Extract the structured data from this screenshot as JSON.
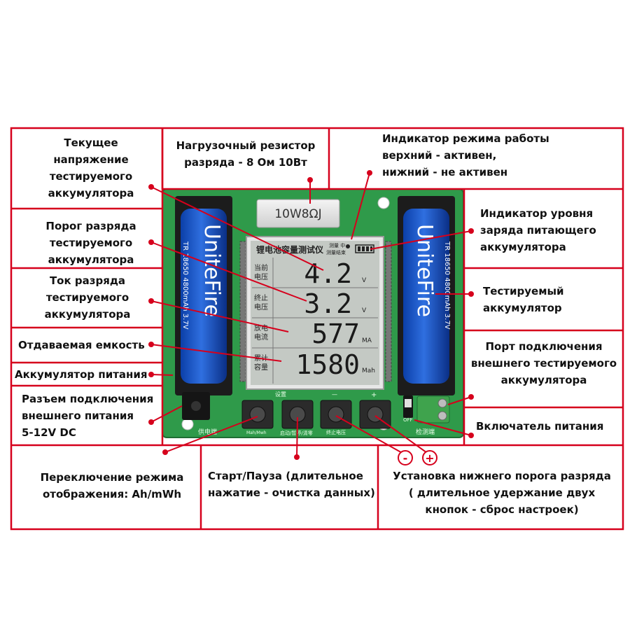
{
  "labels": {
    "current_voltage": "Текущее\nнапряжение\nтестируемого\nаккумулятора",
    "load_resistor": "Нагрузочный резистор\nразряда - 8 Ом 10Вт",
    "mode_indicator": "Индикатор режима работы\nверхний - активен,\nнижний - не активен",
    "discharge_threshold": "Порог разряда\nтестируемого\nаккумулятора",
    "supply_level": "Индикатор уровня\nзаряда питающего\nаккумулятора",
    "discharge_current": "Ток разряда\nтестируемого\nаккумулятора",
    "tested_battery": "Тестируемый\nаккумулятор",
    "capacity": "Отдаваемая емкость",
    "supply_battery": "Аккумулятор питания",
    "external_port": "Порт подключения\nвнешнего тестируемого\nаккумулятора",
    "dc_jack": "Разъем подключения\nвнешнего питания\n5-12V DC",
    "power_switch": "Включатель питания",
    "display_mode": "Переключение режима\nотображения: Ah/mWh",
    "start_pause": "Старт/Пауза (длительное\nнажатие - очистка данных)",
    "threshold_setup": "Установка нижнего порога  разряда\n( длительное  удержание  двух\nкнопок - сброс настроек)",
    "minus": "-",
    "plus": "+"
  },
  "device": {
    "resistor_marking": "10W8ΩJ",
    "lcd_title": "锂电池容量测试仪",
    "status_top": "测量 中",
    "status_bottom": "测量结束",
    "rows": [
      {
        "cn1": "当前",
        "cn2": "电压",
        "value": "4.2",
        "unit": "V"
      },
      {
        "cn1": "终止",
        "cn2": "电压",
        "value": "3.2",
        "unit": "V"
      },
      {
        "cn1": "放电",
        "cn2": "电流",
        "value": "577",
        "unit": "MA"
      },
      {
        "cn1": "累计",
        "cn2": "容量",
        "value": "1580",
        "unit": "Mah"
      }
    ],
    "battery_brand": "UniteFire",
    "battery_spec": "TR 18650 4800mAh 3.7V",
    "pcb_settings": "设置",
    "pcb_supply": "供电端",
    "pcb_test": "检测端",
    "pcb_off": "OFF",
    "pcb_minus": "—",
    "pcb_plus": "+",
    "btn1_caption": "Mah/Mwh",
    "btn2_caption": "启动/暂停/清零",
    "btn3_caption": "终止电压",
    "accent": "#d6001c",
    "pcb_color": "#2f9a4a",
    "lcd_color": "#c4c9c4"
  }
}
